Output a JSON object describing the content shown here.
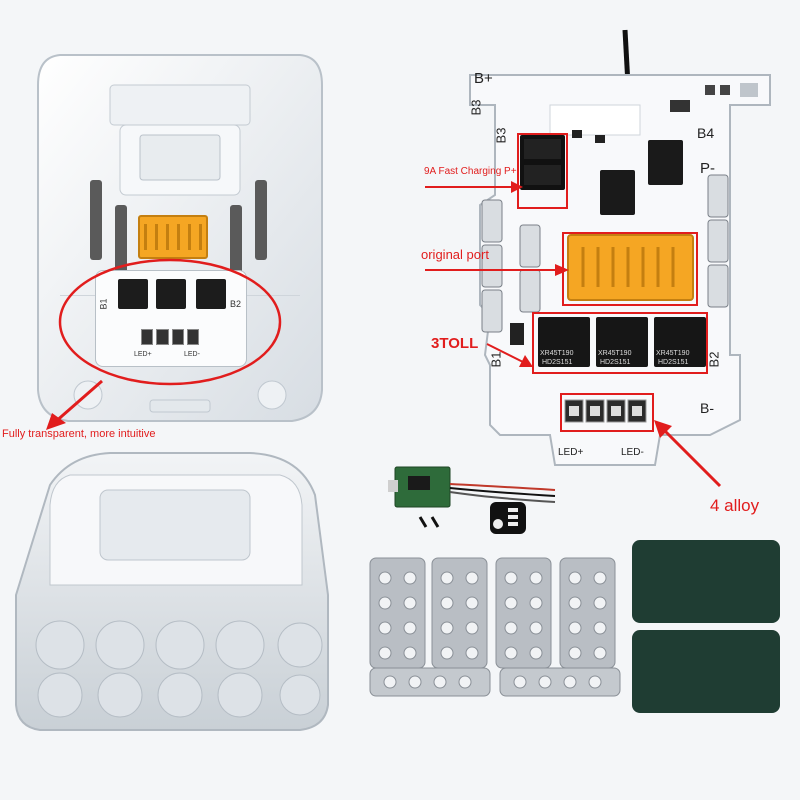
{
  "annotations": {
    "transparent": "Fully transparent, more intuitive",
    "fast_charging": "9A Fast Charging P+",
    "original_port": "original port",
    "toll": "3TOLL",
    "alloy": "4 alloy"
  },
  "pcb_labels": {
    "b_plus": "B+",
    "b3": "B3",
    "b4": "B4",
    "p_minus": "P-",
    "b1": "B1",
    "b2": "B2",
    "b_minus": "B-",
    "led_plus": "LED+",
    "led_minus": "LED-",
    "mosfet_text_1": "XR45T190",
    "mosfet_text_2": "HD2S151"
  },
  "small_board": {
    "b1": "B1",
    "b2": "B2",
    "led_plus": "LED+",
    "led_minus": "LED-"
  },
  "colors": {
    "annotation_red": "#e11d1d",
    "connector_orange": "#f5a623",
    "pcb_white": "#f8f9fb",
    "pad_dark_green": "#1f3d33"
  }
}
